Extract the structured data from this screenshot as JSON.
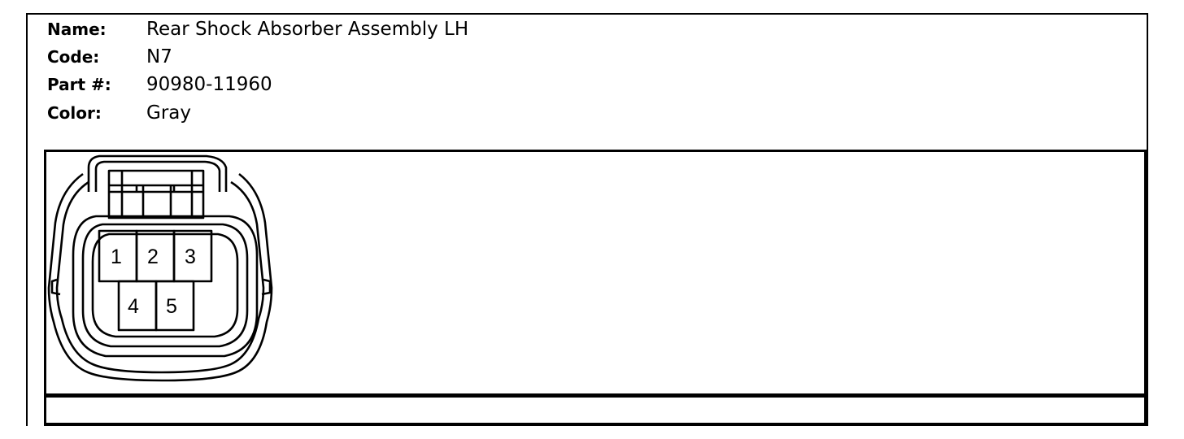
{
  "connector": {
    "name_label": "Name:",
    "name": "Rear Shock Absorber Assembly LH",
    "code_label": "Code:",
    "code": "N7",
    "part_label": "Part #:",
    "part_number": "90980-11960",
    "color_label": "Color:",
    "color": "Gray"
  },
  "pins": [
    "1",
    "2",
    "3",
    "4",
    "5"
  ]
}
